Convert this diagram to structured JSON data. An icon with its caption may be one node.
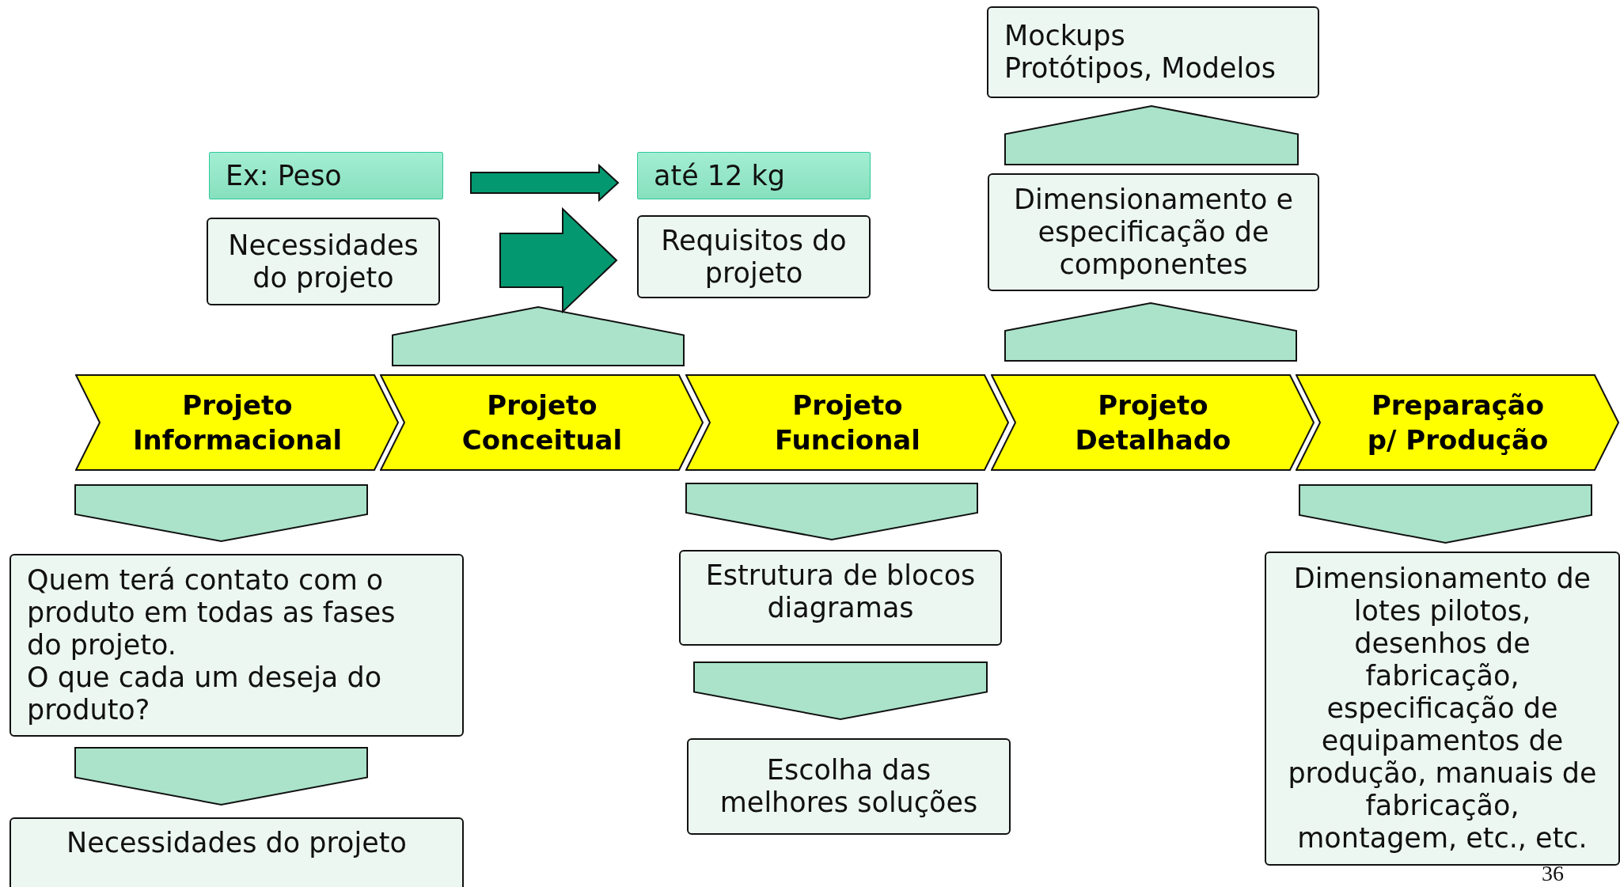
{
  "diagram": {
    "nodes": [
      {
        "text": [
          "Projeto Informacional"
        ]
      },
      {
        "text": [
          "Projeto Conceitual"
        ]
      },
      {
        "text": [
          "Projeto Funcional"
        ]
      },
      {
        "text": [
          "Projeto Detalhado"
        ]
      },
      {
        "text": [
          "Preparação p/ Produção"
        ]
      },
      {
        "text": [
          "Quem terá contato com o produto em todas as fases do projeto.",
          "O que cada um deseja do produto?"
        ]
      },
      {
        "text": [
          "Necessidades do projeto"
        ]
      },
      {
        "text": [
          "Estrutura de blocos diagramas"
        ]
      },
      {
        "text": [
          "Escolha das melhores soluções"
        ]
      },
      {
        "text": [
          "Dimensionamento de lotes pilotos, desenhos de fabricação, especificação de equipamentos de produção, manuais de fabricação, montagem,  etc., etc."
        ]
      },
      {
        "text": [
          "Necessidades do projeto"
        ]
      },
      {
        "text": [
          "Requisitos do projeto"
        ]
      },
      {
        "text": [
          "Ex: Peso"
        ]
      },
      {
        "text": [
          "até 12 kg"
        ]
      },
      {
        "text": [
          "Dimensionamento e especificação de componentes"
        ]
      },
      {
        "text": [
          "Mockups",
          "Protótipos, Modelos"
        ]
      }
    ],
    "edges": [
      {
        "from": 0,
        "to": 5,
        "arrow": "to"
      },
      {
        "from": 5,
        "to": 6,
        "arrow": "to"
      },
      {
        "from": 1,
        "to": null,
        "arrow": "to"
      },
      {
        "from": 10,
        "to": 11,
        "arrow": "to",
        "color": "#039870"
      },
      {
        "from": 12,
        "to": 13,
        "arrow": "to",
        "color": "#039870"
      },
      {
        "from": 2,
        "to": 7,
        "arrow": "to"
      },
      {
        "from": 7,
        "to": 8,
        "arrow": "to"
      },
      {
        "from": 3,
        "to": 14,
        "arrow": "to"
      },
      {
        "from": 14,
        "to": 15,
        "arrow": "to"
      },
      {
        "from": 4,
        "to": 9,
        "arrow": "to"
      }
    ],
    "labels": [
      "36"
    ]
  }
}
